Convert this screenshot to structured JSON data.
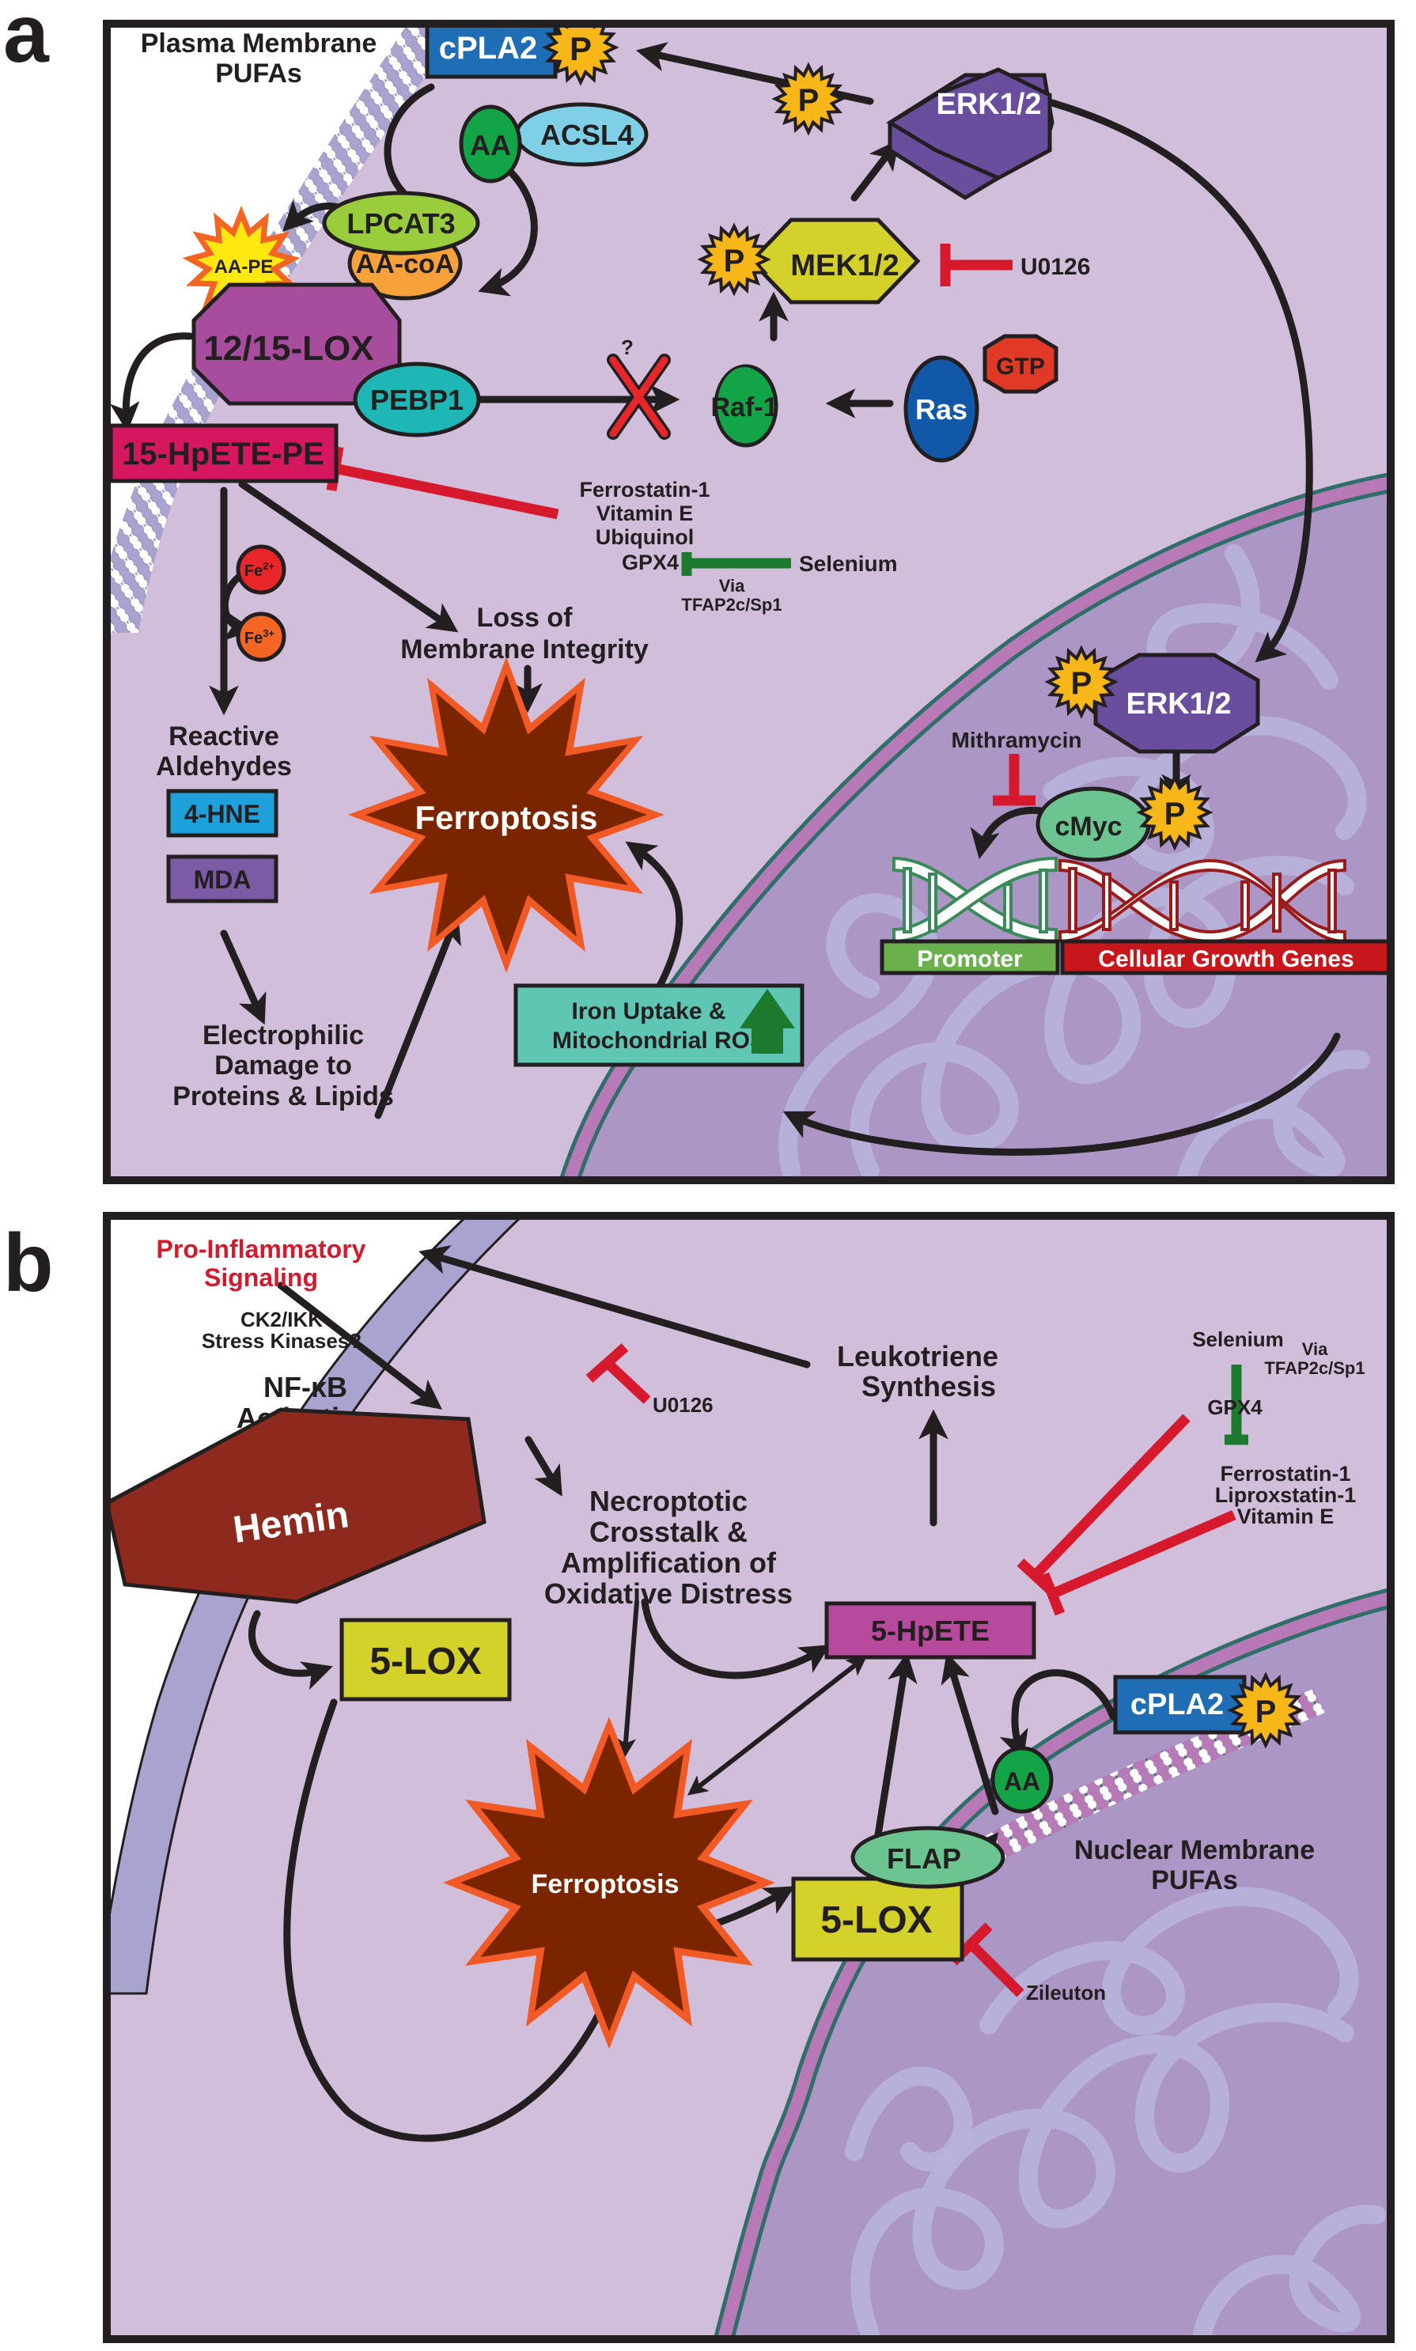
{
  "figure": {
    "panel_a_label": "a",
    "panel_b_label": "b"
  },
  "colors": {
    "cytoplasm": "#d1bedb",
    "nucleus": "#ab96c6",
    "nuclear_envelope": "#b87ab6",
    "chromatin": "#b8b4dc",
    "extracellular": "#ffffff",
    "membrane_band": "#a9a4cf",
    "inhibitor_red": "#d7192e",
    "activator_green": "#1b7a2e",
    "phospho_yellow": "#f7b718",
    "cpla2_blue": "#1f6db5",
    "erk_purple": "#6a4e9e",
    "mek_yellow": "#d4d12a",
    "raf_green": "#12a447",
    "ras_blue": "#1159a8",
    "gtp_red": "#e03a26",
    "aa_green": "#12a447",
    "acsl4_cyan": "#7fd0e6",
    "lpcat3_lime": "#9acd3c",
    "aacoa_orange": "#f6a13a",
    "aape_yellow": "#ffe812",
    "aape_orange": "#f26522",
    "lox1215_magenta": "#a84c9e",
    "pebp1_teal": "#1fb6b6",
    "hpete_pe_pink": "#d4175e",
    "fe2_red": "#e8262a",
    "fe3_orange": "#f26522",
    "hne_blue": "#1ea0db",
    "mda_purple": "#7b5aa6",
    "ferroptosis_fill": "#7b2500",
    "ferroptosis_stroke": "#f15a24",
    "iron_teal": "#5fc6b4",
    "promoter_green": "#6ab04c",
    "growth_red": "#c8161d",
    "hemin_red": "#8e2a1d",
    "lox5_yellow": "#d4d12a",
    "hpete5_magenta": "#b84a9e",
    "flap_green": "#6cc490"
  },
  "panel_a": {
    "membrane_title_line1": "Plasma Membrane",
    "membrane_title_line2": "PUFAs",
    "cpla2": "cPLA2",
    "phospho": "P",
    "aa": "AA",
    "acsl4": "ACSL4",
    "lpcat3": "LPCAT3",
    "aa_coa": "AA-coA",
    "aa_pe": "AA-PE",
    "lox_12_15": "12/15-LOX",
    "pebp1": "PEBP1",
    "unknown_mark": "?",
    "hpete_pe": "15-HpETE-PE",
    "erk_top": "ERK1/2",
    "mek": "MEK1/2",
    "u0126": "U0126",
    "raf1": "Raf-1",
    "ras": "Ras",
    "gtp": "GTP",
    "inhibitors": [
      "Ferrostatin-1",
      "Vitamin E",
      "Ubiquinol",
      "GPX4"
    ],
    "selenium": "Selenium",
    "via_line1": "Via",
    "via_line2": "TFAP2c/Sp1",
    "fe2_base": "Fe",
    "fe2_sup": "2+",
    "fe3_base": "Fe",
    "fe3_sup": "3+",
    "loss_line1": "Loss of",
    "loss_line2": "Membrane Integrity",
    "aldehydes_line1": "Reactive",
    "aldehydes_line2": "Aldehydes",
    "hne": "4-HNE",
    "mda": "MDA",
    "ferroptosis": "Ferroptosis",
    "electrophilic": [
      "Electrophilic",
      "Damage to",
      "Proteins & Lipids"
    ],
    "iron_line1": "Iron Uptake &",
    "iron_line2": "Mitochondrial ROS",
    "erk_nuclear": "ERK1/2",
    "mithramycin": "Mithramycin",
    "cmyc": "cMyc",
    "promoter": "Promoter",
    "growth_genes": "Cellular Growth Genes"
  },
  "panel_b": {
    "pro_inflam_line1": "Pro-Inflammatory",
    "pro_inflam_line2": "Signaling",
    "kinases_line1": "CK2/IKK",
    "kinases_line2": "Stress Kinases?",
    "u0126": "U0126",
    "nfkb_line1": "NF-κB",
    "nfkb_line2": "Activation",
    "leuko_line1": "Leukotriene",
    "leuko_line2": "Synthesis",
    "selenium": "Selenium",
    "via_line1": "Via",
    "via_line2": "TFAP2c/Sp1",
    "gpx4": "GPX4",
    "hemin": "Hemin",
    "necro": [
      "Necroptotic",
      "Crosstalk &",
      "Amplification of",
      "Oxidative Distress"
    ],
    "inhibitors": [
      "Ferrostatin-1",
      "Liproxstatin-1",
      "Vitamin E"
    ],
    "hpete5": "5-HpETE",
    "lox5_cyto": "5-LOX",
    "lox5_nuc": "5-LOX",
    "flap": "FLAP",
    "aa": "AA",
    "cpla2": "cPLA2",
    "phospho": "P",
    "ferroptosis": "Ferroptosis",
    "membrane_title_line1": "Nuclear Membrane",
    "membrane_title_line2": "PUFAs",
    "zileuton": "Zileuton"
  }
}
